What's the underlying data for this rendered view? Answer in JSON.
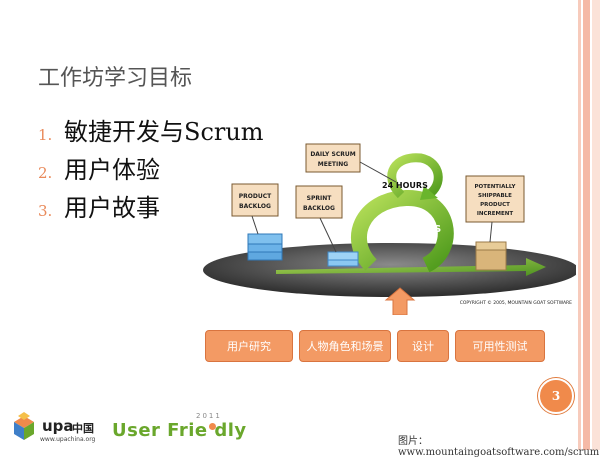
{
  "slide": {
    "title": "工作坊学习目标",
    "items": [
      {
        "num": "1.",
        "text": "敏捷开发与Scrum"
      },
      {
        "num": "2.",
        "text": "用户体验"
      },
      {
        "num": "3.",
        "text": "用户故事"
      }
    ],
    "page_number": "3",
    "credit": "图片：www.mountaingoatsoftware.com/scrum"
  },
  "diagram": {
    "daily_scrum": [
      "DAILY SCRUM",
      "MEETING"
    ],
    "product_backlog": [
      "PRODUCT",
      "BACKLOG"
    ],
    "sprint_backlog": [
      "SPRINT",
      "BACKLOG"
    ],
    "increment": [
      "POTENTIALLY",
      "SHIPPABLE",
      "PRODUCT",
      "INCREMENT"
    ],
    "hours": "24 HOURS",
    "weeks": "2-4 WEEKS",
    "copyright": "COPYRIGHT © 2005, MOUNTAIN GOAT SOFTWARE"
  },
  "process_boxes": [
    "用户研究",
    "人物角色和场景",
    "设计",
    "可用性测试"
  ],
  "footer": {
    "upa_text": "upa",
    "upa_cn": "中国",
    "upa_url": "www.upachina.org",
    "uf_text": "User Frie  dly",
    "uf_year": "2011"
  },
  "colors": {
    "accent": "#f39a64",
    "stripe": "#f5b9a6",
    "green": "#6aa72c"
  }
}
